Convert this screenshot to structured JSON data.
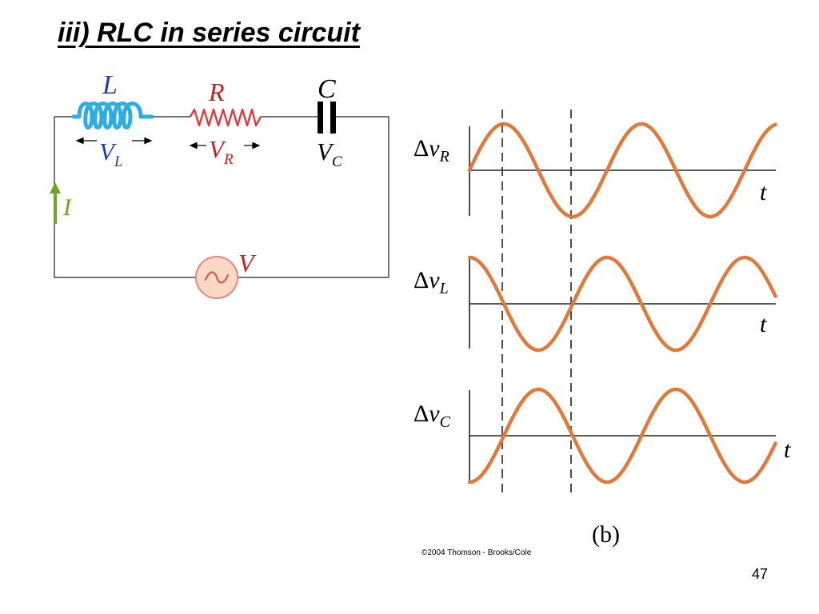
{
  "slide": {
    "title": "iii) RLC in series circuit",
    "number": "47",
    "copyright": "©2004 Thomson - Brooks/Cole"
  },
  "circuit": {
    "inductor_label": "L",
    "resistor_label": "R",
    "capacitor_label": "C",
    "vl_main": "V",
    "vl_sub": "L",
    "vr_main": "V",
    "vr_sub": "R",
    "vc_main": "V",
    "vc_sub": "C",
    "current_label": "I",
    "source_label": "V",
    "colors": {
      "inductor": "#2eaee0",
      "resistor": "#e23b3b",
      "current": "#6aa81e",
      "source_fill": "#fbd9c5",
      "source_stroke": "#e8857a",
      "blue_text": "#1f3ea8",
      "red_text": "#c81e1e"
    }
  },
  "plots": {
    "panel_label": "(b)",
    "wave_color": "#e07a3a",
    "axes": [
      {
        "delta": "Δ",
        "v": "v",
        "sub": "R",
        "t": "t",
        "phase_deg": 0
      },
      {
        "delta": "Δ",
        "v": "v",
        "sub": "L",
        "t": "t",
        "phase_deg": 90
      },
      {
        "delta": "Δ",
        "v": "v",
        "sub": "C",
        "t": "t",
        "phase_deg": -90
      }
    ]
  }
}
